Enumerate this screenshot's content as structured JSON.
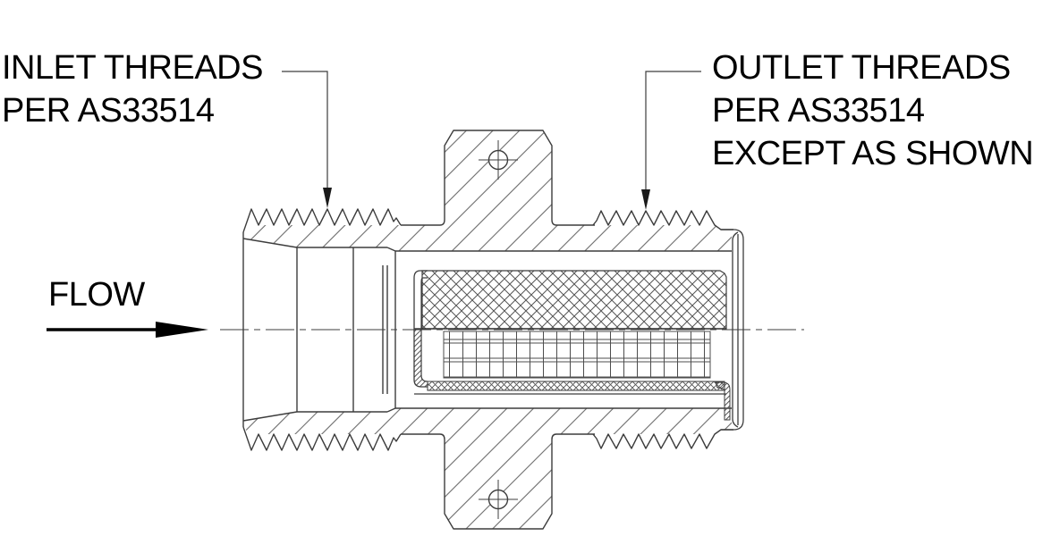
{
  "figure": {
    "background": "#ffffff",
    "line_color": "#3d3d3d",
    "hatch_color": "#6b6b6b",
    "text_color": "#000000"
  },
  "labels": {
    "inlet_threads": {
      "line1": "INLET THREADS",
      "line2": "PER AS33514"
    },
    "outlet_threads": {
      "line1": "OUTLET THREADS",
      "line2": "PER AS33514",
      "line3": "EXCEPT AS SHOWN"
    },
    "flow": {
      "text": "FLOW"
    }
  }
}
